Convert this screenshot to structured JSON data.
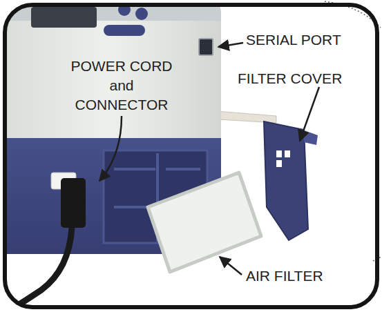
{
  "diagram": {
    "labels": [
      "SERIAL PORT",
      "POWER CORD and CONNECTOR",
      "FILTER COVER",
      "AIR FILTER"
    ]
  }
}
